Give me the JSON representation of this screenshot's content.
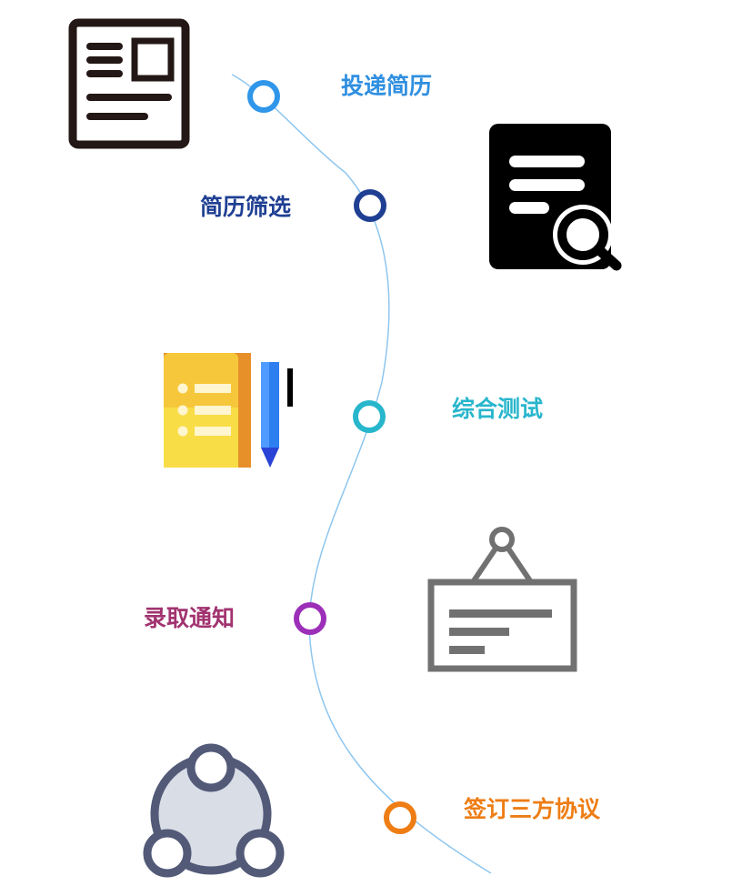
{
  "steps": [
    {
      "label": "投递简历",
      "color": "#2f8fe0",
      "icon": "resume-document-icon"
    },
    {
      "label": "简历筛选",
      "color": "#1f3f93",
      "icon": "resume-search-icon"
    },
    {
      "label": "综合测试",
      "color": "#27b6cc",
      "icon": "test-paper-pencil-icon"
    },
    {
      "label": "录取通知",
      "color": "#a1326f",
      "icon": "notice-board-icon"
    },
    {
      "label": "签订三方协议",
      "color": "#ee7d14",
      "icon": "three-party-agreement-icon"
    }
  ],
  "colors": {
    "path": "#8ec6ef",
    "node_1": "#2f96ea",
    "node_2": "#1f3f93",
    "node_3": "#27b6cc",
    "node_4": "#9c2fb8",
    "node_5": "#ee7d14"
  }
}
